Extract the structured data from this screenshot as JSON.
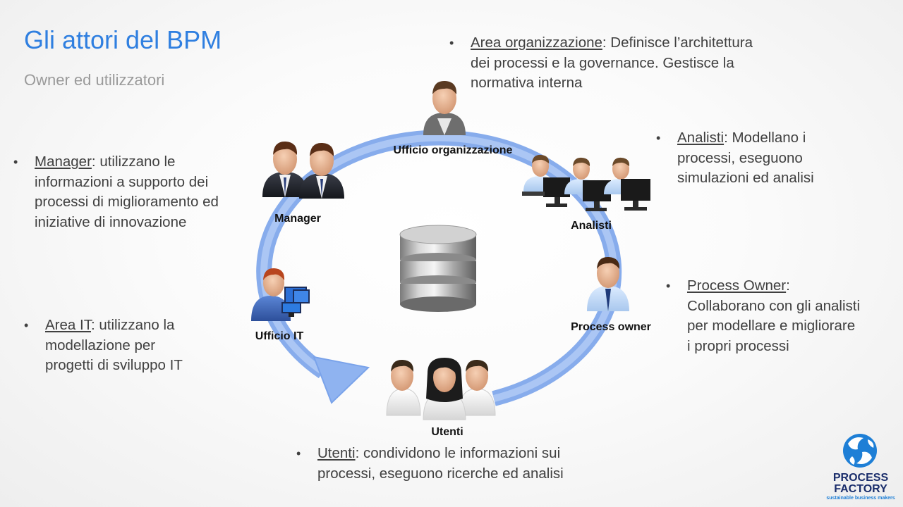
{
  "slide": {
    "title": "Gli attori del BPM",
    "subtitle": "Owner ed utilizzatori"
  },
  "nodes": {
    "ufficio_organizzazione": "Ufficio organizzazione",
    "manager": "Manager",
    "analisti": "Analisti",
    "ufficio_it": "Ufficio IT",
    "process_owner": "Process owner",
    "utenti": "Utenti"
  },
  "bullets": {
    "area_org": {
      "term": "Area organizzazione",
      "text": ": Definisce l’architettura",
      "line2": "dei processi e la governance. Gestisce la",
      "line3": "normativa interna"
    },
    "analisti": {
      "term": "Analisti",
      "text": ": Modellano i",
      "line2": "processi, eseguono",
      "line3": "simulazioni ed analisi"
    },
    "manager": {
      "term": "Manager",
      "text": ": utilizzano le",
      "line2": "informazioni a supporto dei",
      "line3": "processi di miglioramento ed",
      "line4": "iniziative di innovazione"
    },
    "process_owner": {
      "term": "Process Owner",
      "text": ":",
      "line2": "Collaborano con gli analisti",
      "line3": "per modellare e migliorare",
      "line4": "i propri processi"
    },
    "area_it": {
      "term": "Area IT",
      "text": ": utilizzano la",
      "line2": "modellazione per",
      "line3": "progetti di sviluppo IT"
    },
    "utenti": {
      "term": "Utenti",
      "text": ": condividono le informazioni sui",
      "line2": "processi, eseguono ricerche ed analisi"
    }
  },
  "logo": {
    "line1": "PROCESS",
    "line2": "FACTORY",
    "tagline": "sustainable business makers"
  },
  "colors": {
    "title": "#2f7fe0",
    "cycle_arrow": "#8fb3f0",
    "logo_blue": "#1e7fd6",
    "logo_navy": "#1a2d6b"
  },
  "bullet_glyph": "•"
}
